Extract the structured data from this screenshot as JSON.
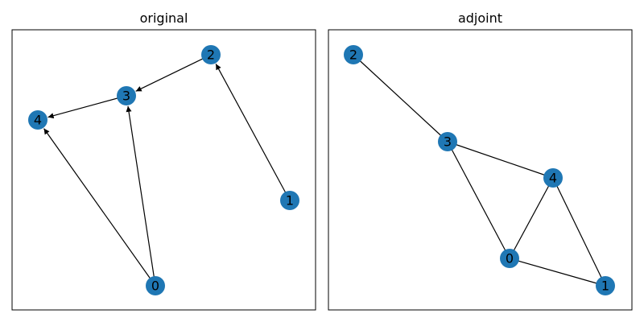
{
  "node_color": "#1f77b4",
  "edge_color": "#000000",
  "graphs": [
    {
      "id": "original",
      "title": "original",
      "directed": true,
      "nodes": [
        "0",
        "1",
        "2",
        "3",
        "4"
      ],
      "edges": [
        [
          "0",
          "3"
        ],
        [
          "0",
          "4"
        ],
        [
          "1",
          "2"
        ],
        [
          "2",
          "3"
        ],
        [
          "3",
          "4"
        ]
      ]
    },
    {
      "id": "adjoint",
      "title": "adjoint",
      "directed": false,
      "nodes": [
        "0",
        "1",
        "2",
        "3",
        "4"
      ],
      "edges": [
        [
          "2",
          "3"
        ],
        [
          "3",
          "4"
        ],
        [
          "3",
          "0"
        ],
        [
          "4",
          "0"
        ],
        [
          "4",
          "1"
        ],
        [
          "0",
          "1"
        ]
      ]
    }
  ]
}
